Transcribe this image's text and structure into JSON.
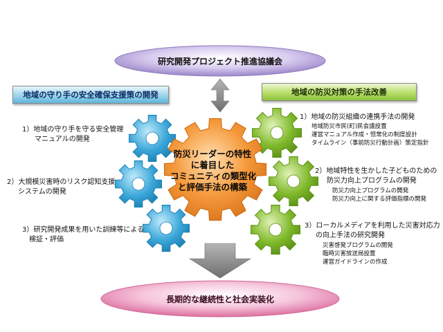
{
  "top_banner": {
    "label": "研究開発プロジェクト推進協議会",
    "fill": "#b9a6dc"
  },
  "bottom_banner": {
    "label": "長期的な継続性と社会実装化",
    "fill": "#e8a0c0"
  },
  "left_header": {
    "label": "地域の守り手の安全確保支援策の開発"
  },
  "right_header": {
    "label": "地域の防災対策の手法改善"
  },
  "core": {
    "lines": [
      "防災リーダーの特性",
      "に着目した",
      "コミュニティの類型化",
      "と評価手法の構築"
    ],
    "fill": "#f59a3c"
  },
  "left_items": [
    {
      "line1": "1）地域の守り手を守る安全管理",
      "line2": "マニュアルの開発"
    },
    {
      "line1": "2）大規模災害時のリスク認知支援",
      "line2": "システムの開発"
    },
    {
      "line1": "3）研究開発成果を用いた訓練等による",
      "line2": "検証・評価"
    }
  ],
  "right_items": [
    {
      "title": "1）地域の防災組織の連携手法の開発",
      "subs": [
        "地域防災市民(町)民会議設置",
        "運営マニュアル作成・恒常化の制度設計",
        "タイムライン（事前防災行動計画）策定指針"
      ]
    },
    {
      "title": "2）地域特性を生かした子どものための",
      "title2": "防災力向上プログラムの開発",
      "subs": [
        "防災力向上プログラムの開発",
        "防災力向上に関する評価指標の開発"
      ]
    },
    {
      "title": "3）ローカルメディアを利用した災害対応力",
      "title2": "の向上手法の研究開発",
      "subs": [
        "災害啓発プログラムの開発",
        "臨時災害放送局設置",
        "運営ガイドラインの作成"
      ]
    }
  ],
  "colors": {
    "blue_gear": "#3aa6d8",
    "green_gear": "#7fb92a",
    "arrow": "#8a8a8a"
  }
}
